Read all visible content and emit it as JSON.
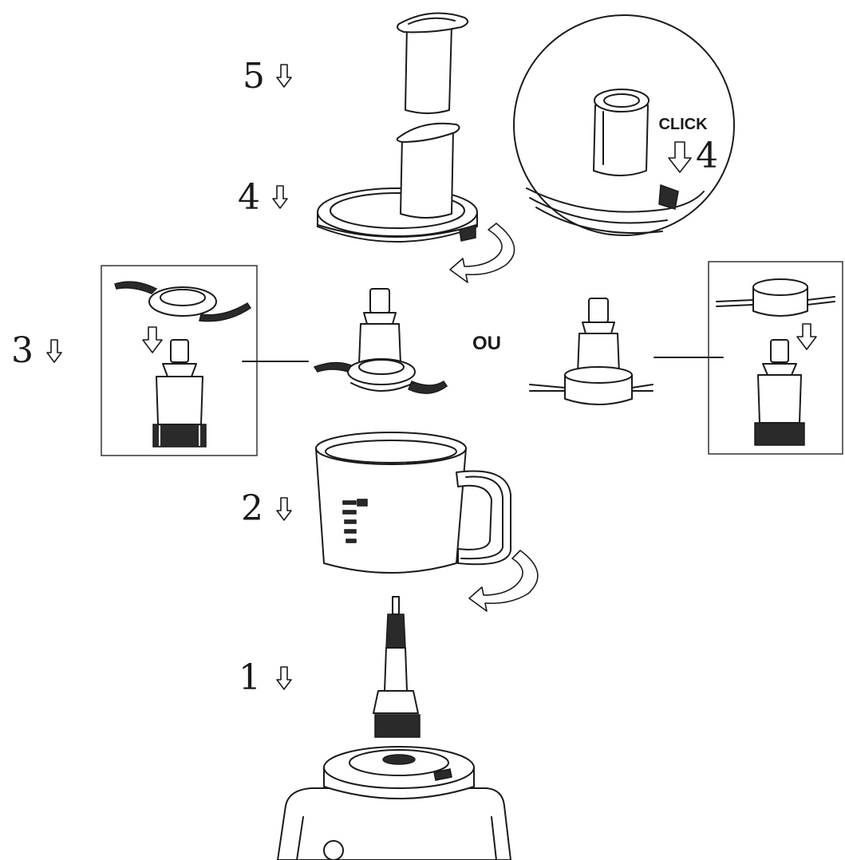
{
  "steps": [
    {
      "number": "5"
    },
    {
      "number": "4"
    },
    {
      "number": "3"
    },
    {
      "number": "2"
    },
    {
      "number": "1"
    }
  ],
  "labels": {
    "or": "OU",
    "click": "CLICK",
    "click_step": "4"
  },
  "components": [
    "feed-tube-pusher",
    "lid-with-feed-tube",
    "lid-click-detail",
    "chopping-blade-assembly",
    "emulsifying-disc-assembly",
    "bowl-with-handle",
    "drive-shaft",
    "motor-base"
  ]
}
